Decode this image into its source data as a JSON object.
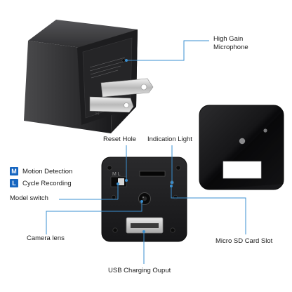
{
  "callouts": {
    "high_gain_microphone": "High Gain\nMicrophone",
    "reset_hole": "Reset Hole",
    "indication_light": "Indication Light",
    "model_switch": "Model switch",
    "camera_lens": "Camera lens",
    "micro_sd_card_slot": "Micro SD Card Slot",
    "usb_charging_ouput": "USB Charging Ouput"
  },
  "legend": [
    {
      "key": "M",
      "label": "Motion Detection"
    },
    {
      "key": "L",
      "label": "Cycle Recording"
    }
  ],
  "switch_markings": "M L",
  "colors": {
    "callout_line": "#3a8fd0",
    "legend_key": "#1565c0",
    "device_body": "#1c1c1e"
  }
}
